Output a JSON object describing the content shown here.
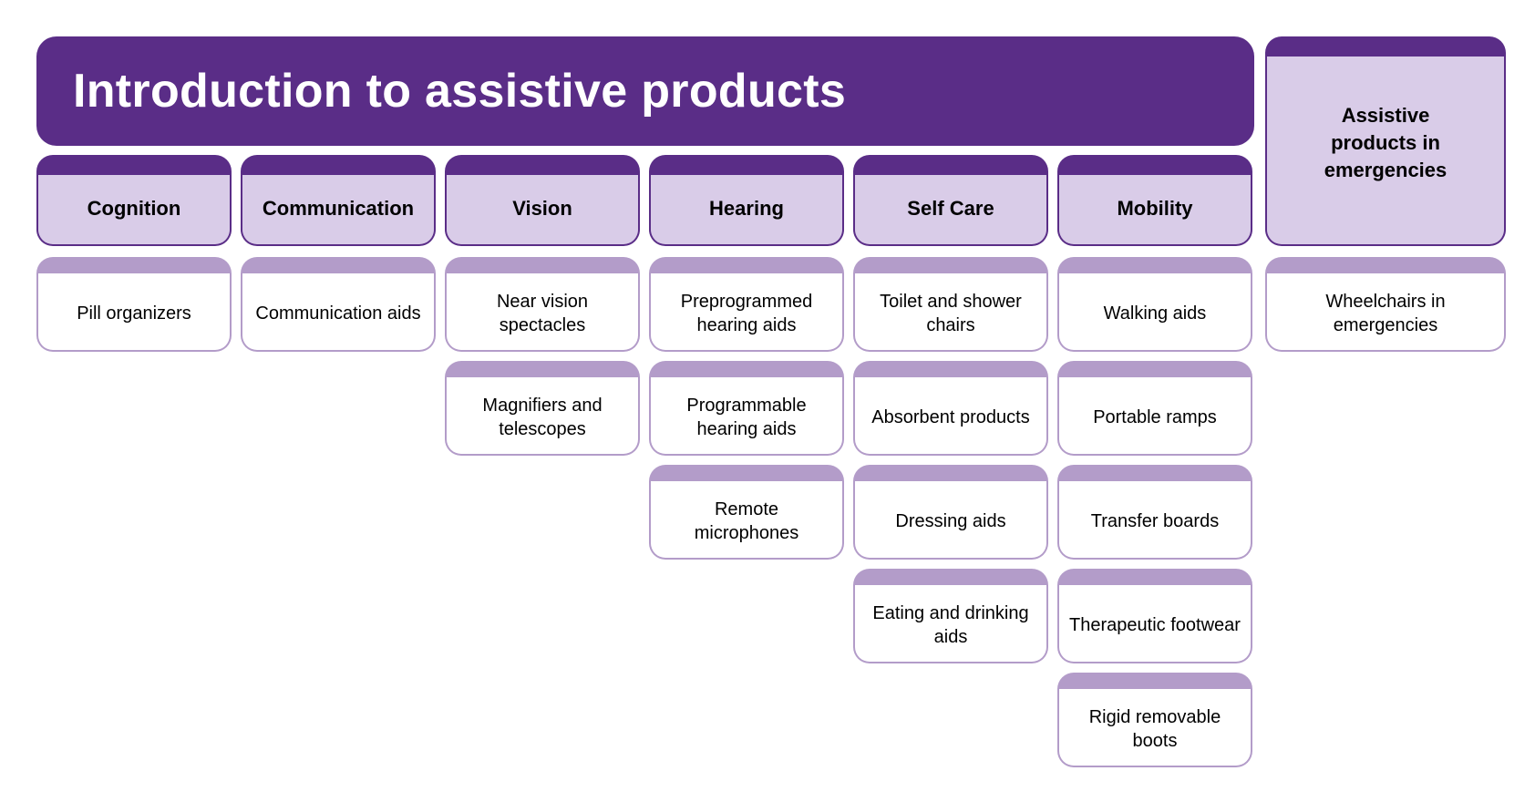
{
  "header": {
    "title": "Introduction to assistive products"
  },
  "colors": {
    "primary": "#5a2d87",
    "category_fill": "#d9cce8",
    "item_border": "#b39cc9",
    "item_fill": "#ffffff"
  },
  "categories": [
    {
      "label": "Cognition",
      "items": [
        "Pill organizers"
      ]
    },
    {
      "label": "Communication",
      "items": [
        "Communication aids"
      ]
    },
    {
      "label": "Vision",
      "items": [
        "Near vision spectacles",
        "Magnifiers and telescopes"
      ]
    },
    {
      "label": "Hearing",
      "items": [
        "Preprogrammed hearing aids",
        "Programmable hearing aids",
        "Remote microphones"
      ]
    },
    {
      "label": "Self Care",
      "items": [
        "Toilet and shower chairs",
        "Absorbent products",
        "Dressing aids",
        "Eating and drinking aids"
      ]
    },
    {
      "label": "Mobility",
      "items": [
        "Walking aids",
        "Portable ramps",
        "Transfer boards",
        "Therapeutic footwear",
        "Rigid removable boots"
      ]
    }
  ],
  "emergency": {
    "label": "Assistive products in emergencies",
    "items": [
      "Wheelchairs in emergencies"
    ]
  }
}
